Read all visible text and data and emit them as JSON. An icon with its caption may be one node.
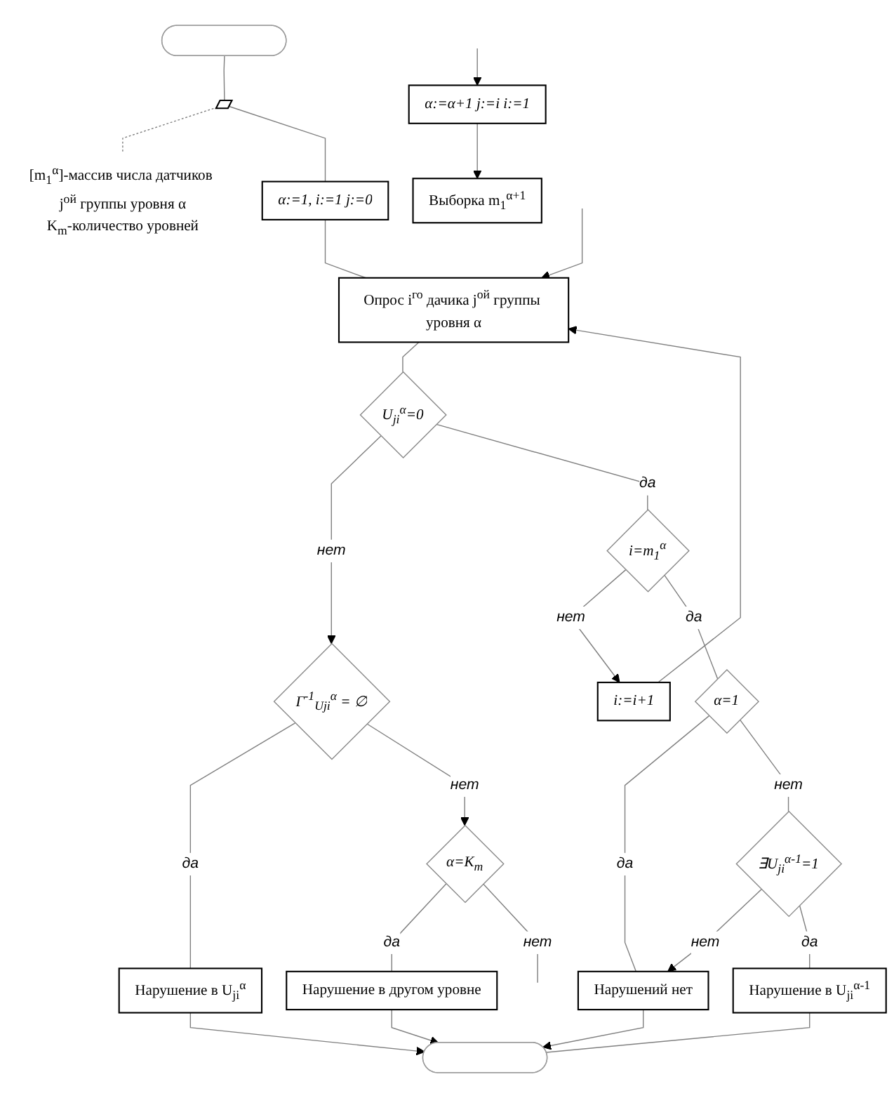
{
  "diagram": {
    "nodes": [
      {
        "text": [],
        "shape": "stadium"
      },
      {
        "text": [],
        "shape": "parallelogram"
      },
      {
        "text": [
          "[m$_{1}$$^{α}$]-массив числа датчиков j$^{ой}$ группы уровня α",
          "K$_{m}$-количество уровней"
        ]
      },
      {
        "text": [
          "α:=1, i:=1 j:=0"
        ]
      },
      {
        "text": [
          "Опрос i$^{го}$ дачика j$^{ой}$ группы уровня α"
        ]
      },
      {
        "text": [
          "Выборка m$_{1}$$^{α+1}$"
        ]
      },
      {
        "text": [
          "i:=i+1"
        ]
      },
      {
        "text": [
          "U$_{ji}$$^{α}$=0"
        ]
      },
      {
        "text": [
          "α:=α+1 j:=i i:=1"
        ]
      },
      {
        "text": [
          "i=m$_{1}$$^{α}$"
        ]
      },
      {
        "text": [
          "Γ$^{-1}$$_{U}$$_{ji}$$^{α}$ = ∅"
        ]
      },
      {
        "text": [
          "α=1"
        ]
      },
      {
        "text": [
          "Нарушение в U$_{ji}$$^{α}$"
        ]
      },
      {
        "text": [
          "∃U$_{ji}$$^{α-1}$=1"
        ]
      },
      {
        "text": [
          "α=K$_{m}$"
        ]
      },
      {
        "text": [
          "Нарушений нет"
        ]
      },
      {
        "text": [
          "Нарушение в U$_{ji}$$^{α-1}$"
        ]
      },
      {
        "text": [
          "Нарушение в другом уровне"
        ]
      },
      {
        "text": [],
        "shape": "stadium"
      }
    ],
    "edges": [
      {
        "from": 0,
        "to": 1,
        "arrow": "none"
      },
      {
        "from": 1,
        "to": 2,
        "arrow": "none",
        "style": "dashed"
      },
      {
        "from": 1,
        "to": 3,
        "arrow": "none"
      },
      {
        "from": 3,
        "to": 4,
        "arrow": "none"
      },
      {
        "from": null,
        "to": 4,
        "arrow": "to"
      },
      {
        "from": 6,
        "to": 4,
        "arrow": "to"
      },
      {
        "from": 4,
        "to": 7,
        "arrow": "none"
      },
      {
        "from": 7,
        "to": 10,
        "arrow": "to",
        "label": "нет"
      },
      {
        "from": 7,
        "to": 9,
        "arrow": "none",
        "label": "да"
      },
      {
        "from": 9,
        "to": 6,
        "arrow": "to",
        "label": "нет"
      },
      {
        "from": 9,
        "to": 11,
        "arrow": "none",
        "label": "да"
      },
      {
        "from": 11,
        "to": 15,
        "arrow": "none",
        "label": "да"
      },
      {
        "from": 11,
        "to": 13,
        "arrow": "none",
        "label": "нет"
      },
      {
        "from": 13,
        "to": 15,
        "arrow": "to",
        "label": "нет"
      },
      {
        "from": 13,
        "to": 16,
        "arrow": "none",
        "label": "да"
      },
      {
        "from": 10,
        "to": 12,
        "arrow": "none",
        "label": "да"
      },
      {
        "from": 10,
        "to": 14,
        "arrow": "to",
        "label": "нет"
      },
      {
        "from": 14,
        "to": 17,
        "arrow": "none",
        "label": "да"
      },
      {
        "from": 14,
        "to": null,
        "arrow": "none",
        "label": "нет"
      },
      {
        "from": null,
        "to": 8,
        "arrow": "to"
      },
      {
        "from": 8,
        "to": 5,
        "arrow": "to"
      },
      {
        "from": 15,
        "to": 18,
        "arrow": "to"
      },
      {
        "from": 16,
        "to": 18,
        "arrow": "none"
      },
      {
        "from": 12,
        "to": 18,
        "arrow": "to"
      },
      {
        "from": 17,
        "to": 18,
        "arrow": "to"
      }
    ]
  }
}
